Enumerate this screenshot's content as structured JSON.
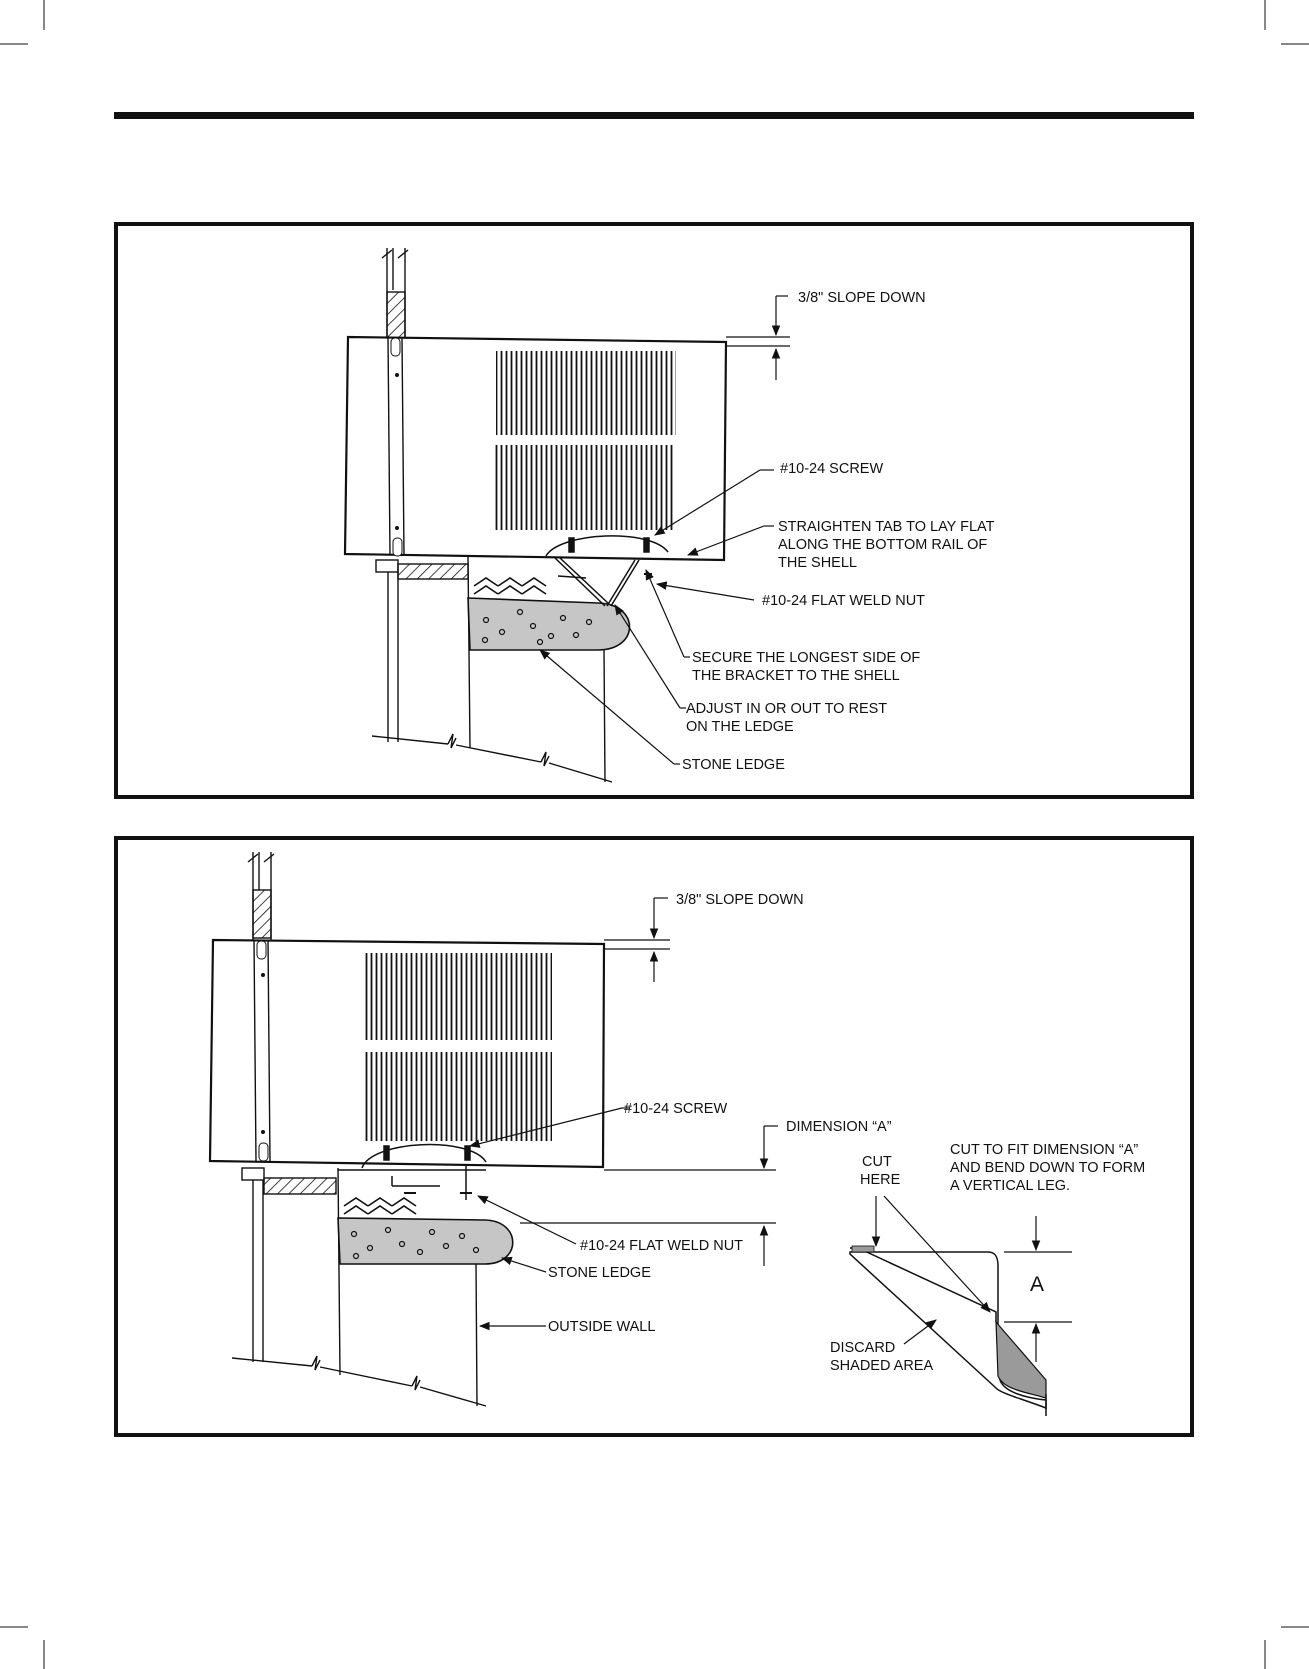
{
  "figure1": {
    "slope_label": "3/8\" SLOPE DOWN",
    "screw_label": "#10-24 SCREW",
    "tab_label": [
      "STRAIGHTEN TAB TO LAY FLAT",
      "ALONG THE BOTTOM RAIL OF",
      "THE SHELL"
    ],
    "weld_nut_label": "#10-24 FLAT WELD NUT",
    "secure_label": [
      "SECURE THE LONGEST SIDE OF",
      "THE BRACKET TO THE SHELL"
    ],
    "adjust_label": [
      "ADJUST IN OR OUT TO REST",
      "ON THE LEDGE"
    ],
    "ledge_label": "STONE LEDGE"
  },
  "figure2": {
    "slope_label": "3/8\" SLOPE DOWN",
    "screw_label": "#10-24 SCREW",
    "dimension_label": "DIMENSION “A”",
    "weld_nut_label": "#10-24 FLAT WELD NUT",
    "ledge_label": "STONE LEDGE",
    "wall_label": "OUTSIDE WALL",
    "cut_label": [
      "CUT",
      "HERE"
    ],
    "cut_fit_label": [
      "CUT TO FIT DIMENSION “A”",
      "AND BEND DOWN TO FORM",
      "A VERTICAL LEG."
    ],
    "a_label": "A",
    "discard_label": [
      "DISCARD",
      "SHADED AREA"
    ]
  },
  "colors": {
    "ink": "#111111",
    "ledge_fill": "#c6c6c6",
    "paper": "#ffffff"
  }
}
